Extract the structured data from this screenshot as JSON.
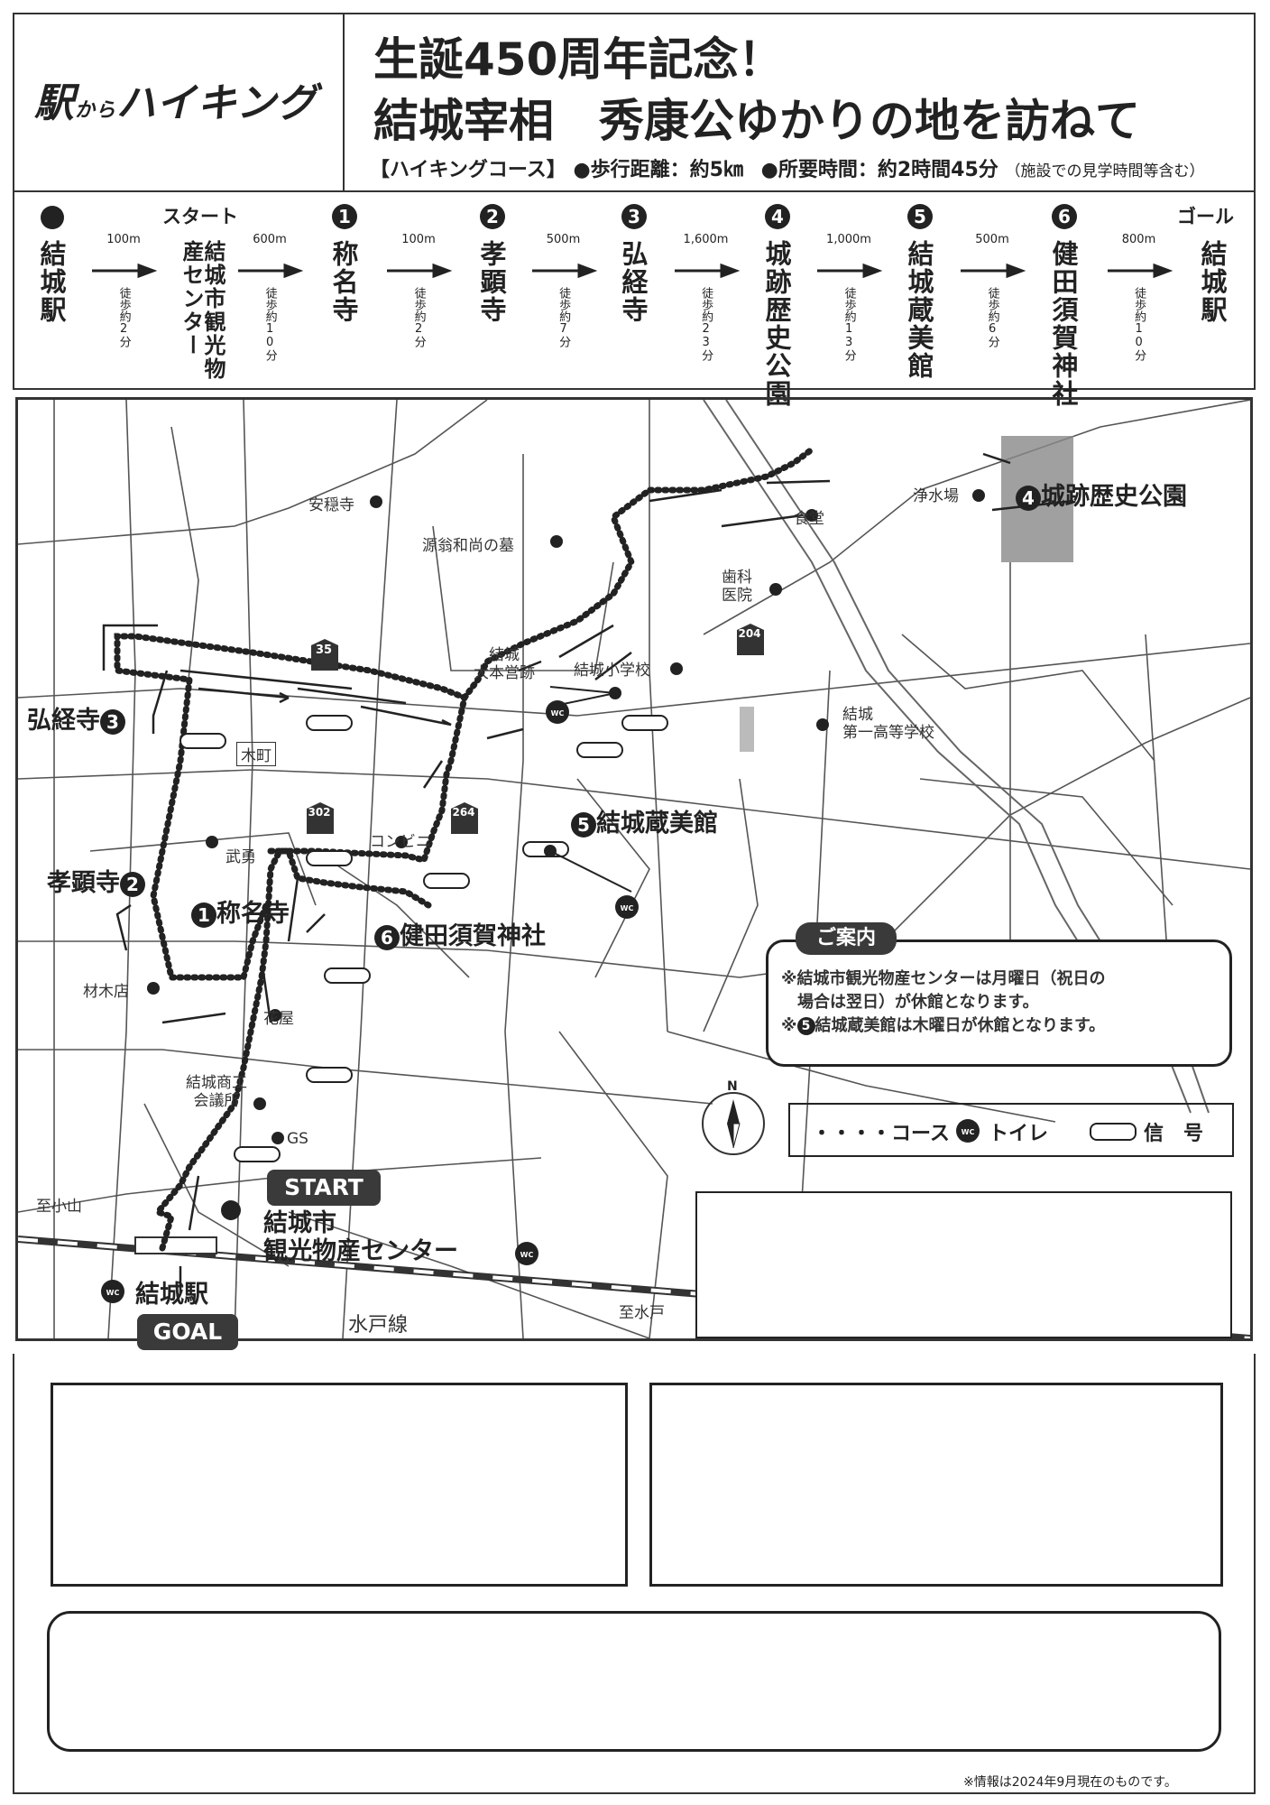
{
  "header": {
    "logo": {
      "part1": "駅",
      "part2": "から",
      "part3": "ハイキング"
    },
    "title_line1": "生誕450周年記念！",
    "title_line2": "結城宰相　秀康公ゆかりの地を訪ねて",
    "course_label": "【ハイキングコース】",
    "distance": "●歩行距離：約5㎞",
    "time": "●所要時間：約2時間45分",
    "time_note": "（施設での見学時間等含む）"
  },
  "route": {
    "start_label": "スタート",
    "goal_label": "ゴール",
    "stops": [
      {
        "mark": "●",
        "name": "結城駅"
      },
      {
        "mark": "",
        "name": "結城市観光物産センター"
      },
      {
        "mark": "1",
        "name": "称名寺"
      },
      {
        "mark": "2",
        "name": "孝顕寺"
      },
      {
        "mark": "3",
        "name": "弘経寺"
      },
      {
        "mark": "4",
        "name": "城跡歴史公園"
      },
      {
        "mark": "5",
        "name": "結城蔵美館"
      },
      {
        "mark": "6",
        "name": "健田須賀神社"
      },
      {
        "mark": "",
        "name": "結城駅"
      }
    ],
    "legs": [
      {
        "dist": "100m",
        "walk": "徒歩約2分"
      },
      {
        "dist": "600m",
        "walk": "徒歩約10分"
      },
      {
        "dist": "100m",
        "walk": "徒歩約2分"
      },
      {
        "dist": "500m",
        "walk": "徒歩約7分"
      },
      {
        "dist": "1,600m",
        "walk": "徒歩約23分"
      },
      {
        "dist": "1,000m",
        "walk": "徒歩約13分"
      },
      {
        "dist": "500m",
        "walk": "徒歩約6分"
      },
      {
        "dist": "800m",
        "walk": "徒歩約10分"
      }
    ]
  },
  "map": {
    "poi": {
      "anonji": "安穏寺",
      "genou": "源翁和尚の墓",
      "shokudo": "食堂",
      "josuijo": "浄水場",
      "shika": "歯科\n医院",
      "yuki_daihonei": "結城\n大本営跡",
      "yuki_shogakko": "結城小学校",
      "yuki_daiichi": "結城\n第一高等学校",
      "kimachi": "木町",
      "buyu": "武勇",
      "konbini": "コンビニ",
      "zaimokuten": "材木店",
      "hanaya": "花屋",
      "shoko": "結城商工\n会議所",
      "gs": "GS",
      "oyama": "至小山",
      "mito": "至水戸",
      "mitosen": "水戸線"
    },
    "route_num": {
      "r35": "35",
      "r302": "302",
      "r264": "264",
      "r204": "204"
    },
    "stop_labels": {
      "s1": "称名寺",
      "s2": "孝顕寺",
      "s3": "弘経寺",
      "s4": "城跡歴史公園",
      "s5": "結城蔵美館",
      "s6": "健田須賀神社",
      "center1": "結城市",
      "center2": "観光物産センター",
      "station": "結城駅",
      "start": "START",
      "goal": "GOAL"
    },
    "stop_nums": {
      "s1": "1",
      "s2": "2",
      "s3": "3",
      "s4": "4",
      "s5": "5",
      "s6": "6"
    },
    "wc_text": "WC",
    "north": "N",
    "notice": {
      "title": "ご案内",
      "line1": "※結城市観光物産センターは月曜日（祝日の",
      "line2": "場合は翌日）が休館となります。",
      "line3_pre": "※",
      "line3_num": "5",
      "line3": "結城蔵美館は木曜日が休館となります。"
    },
    "legend": {
      "course": "コース",
      "toilet": "トイレ",
      "signal": "信　号"
    }
  },
  "footer_note": "※情報は2024年9月現在のものです。"
}
